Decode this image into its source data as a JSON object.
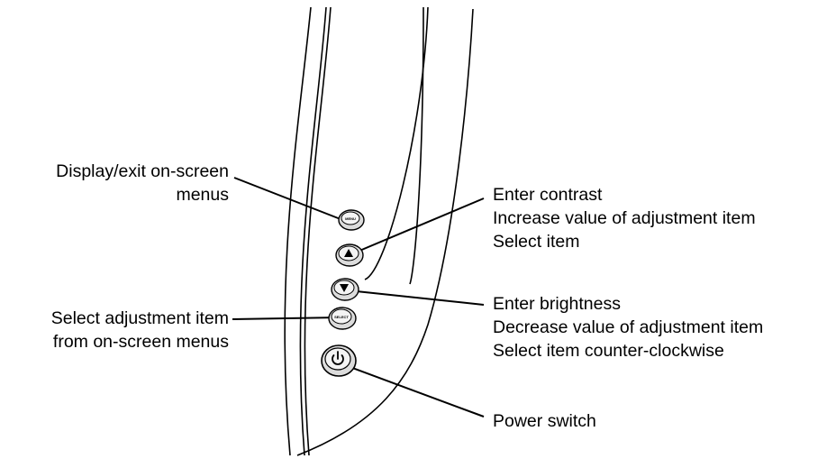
{
  "callouts": {
    "menu": {
      "lines": [
        "Display/exit on-screen",
        "menus"
      ]
    },
    "up": {
      "lines": [
        "Enter contrast",
        "Increase value of adjustment item",
        "Select item"
      ]
    },
    "down": {
      "lines": [
        "Enter brightness",
        "Decrease value of adjustment item",
        "Select item counter-clockwise"
      ]
    },
    "select": {
      "lines": [
        "Select adjustment item",
        "from on-screen menus"
      ]
    },
    "power": {
      "lines": [
        "Power switch"
      ]
    }
  },
  "buttons": {
    "menu_label": "MENU",
    "select_label": "SELECT",
    "up_glyph": "▲",
    "down_glyph": "▼",
    "power_icon": "power-icon"
  },
  "colors": {
    "line": "#000000",
    "button_fill": "#dcdcdc",
    "button_inner": "#f4f4f4"
  }
}
